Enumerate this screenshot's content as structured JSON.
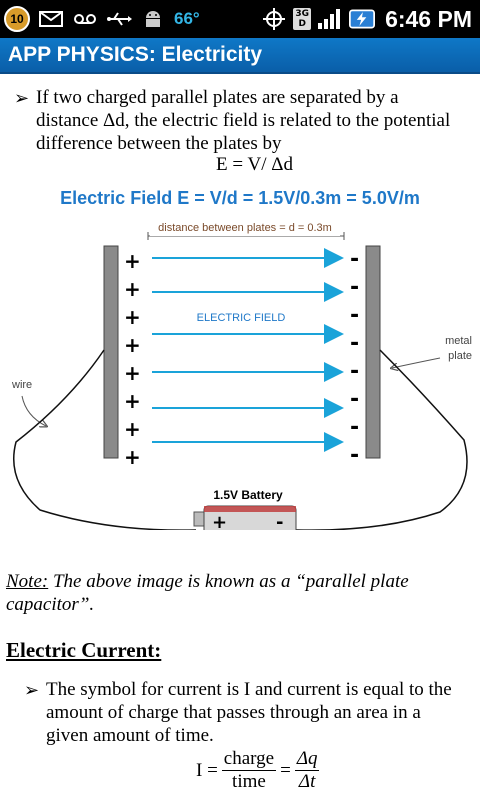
{
  "status_bar": {
    "notification_count": "10",
    "temperature": "66°",
    "network": "3G",
    "time": "6:46 PM",
    "icons": [
      "notification-badge-icon",
      "email-icon",
      "voicemail-icon",
      "usb-icon",
      "android-icon",
      "gps-icon",
      "network-3g-icon",
      "signal-icon",
      "battery-charging-icon"
    ]
  },
  "app_bar": {
    "title": "APP PHYSICS: Electricity"
  },
  "content": {
    "intro_lines": [
      "If two charged parallel plates are separated by a",
      "distance Δd, the electric field is related to the potential",
      "difference between the plates by"
    ],
    "intro_formula": "E = V/ Δd",
    "diagram": {
      "title": "Electric Field E = V/d = 1.5V/0.3m = 5.0V/m",
      "distance_label": "distance between plates = d = 0.3m",
      "field_label": "ELECTRIC FIELD",
      "wire_label": "wire",
      "metal_plate_label_1": "metal",
      "metal_plate_label_2": "plate",
      "battery_label": "1.5V Battery",
      "plus_sign": "+",
      "minus_sign": "-",
      "colors": {
        "arrow": "#1aa3d9",
        "title": "#1f78c8",
        "battery": "#c8c8c8",
        "plate": "#888888"
      }
    },
    "note_prefix": "Note:",
    "note_text": " The above image is known as a “parallel plate capacitor”.",
    "section_heading": "Electric Current:",
    "current_lines": [
      "The symbol for current is I and current is equal to the",
      "amount of charge that passes through an area in a",
      "given amount of time."
    ],
    "current_formula": {
      "lhs": "I =",
      "num1": "charge",
      "den1": "time",
      "eq": "=",
      "num2": "Δq",
      "den2": "Δt"
    }
  }
}
